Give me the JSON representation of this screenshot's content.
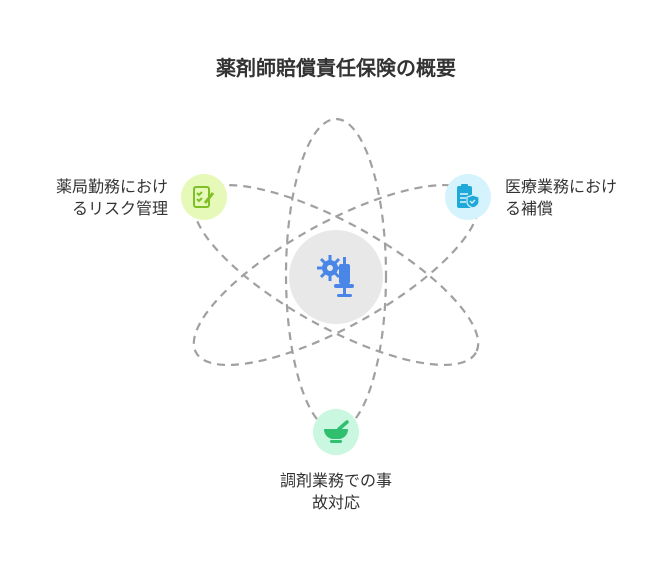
{
  "title": "薬剤師賠償責任保険の概要",
  "nodes": {
    "left": {
      "line1": "薬局勤務におけ",
      "line2": "るリスク管理",
      "icon": "clipboard-check-icon",
      "bg": "#e6f9b8",
      "fg": "#7fbf2a"
    },
    "right": {
      "line1": "医療業務におけ",
      "line2": "る補償",
      "icon": "clipboard-shield-icon",
      "bg": "#d4f3fc",
      "fg": "#1fa8d8"
    },
    "bottom": {
      "line1": "調剤業務での事",
      "line2": "故対応",
      "icon": "mortar-pestle-icon",
      "bg": "#c9f7e0",
      "fg": "#2fbf6e"
    },
    "center": {
      "icon": "virus-syringe-icon",
      "bg": "#e8e8e8",
      "fg": "#4a86e8"
    }
  }
}
